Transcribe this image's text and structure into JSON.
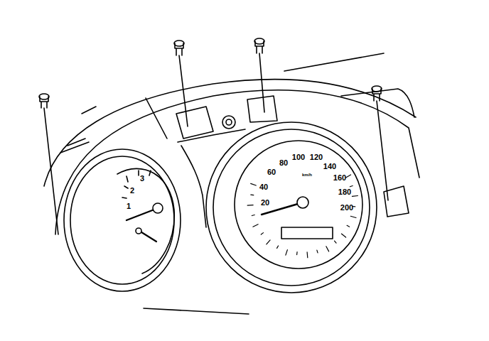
{
  "diagram": {
    "labels": [
      "1",
      "2",
      "3",
      "20",
      "40",
      "60",
      "80",
      "100",
      "120",
      "140",
      "160",
      "180",
      "200",
      "km/h"
    ]
  }
}
